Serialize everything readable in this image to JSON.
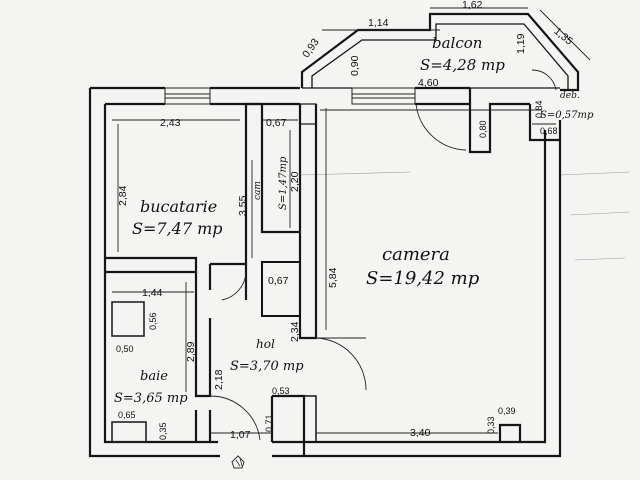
{
  "rooms": {
    "balcon": {
      "name": "balcon",
      "area": "S=4,28 mp"
    },
    "bucatarie": {
      "name": "bucatarie",
      "area": "S=7,47 mp"
    },
    "camera": {
      "name": "camera",
      "area": "S=19,42 mp"
    },
    "hol": {
      "name": "hol",
      "area": "S=3,70 mp"
    },
    "baie": {
      "name": "baie",
      "area": "S=3,65 mp"
    },
    "debara": {
      "name": "deb.",
      "area": "S=0,57mp"
    },
    "camara": {
      "name": "cam",
      "area": "S=1,47mp"
    }
  },
  "dimensions": {
    "balcon_top": "1,62",
    "balcon_left_top": "1,14",
    "balcon_right_diag": "1,35",
    "balcon_left_diag": "0,93",
    "balcon_depth_left": "0,90",
    "balcon_depth_right": "1,19",
    "balcon_width": "4,60",
    "kitchen_width": "2,43",
    "pantry_width": "0,67",
    "pantry_height": "2,20",
    "kitchen_depth": "2,84",
    "kitchen_wall": "3,55",
    "shaft_width": "0,67",
    "camera_depth": "5,84",
    "bath_width": "1,44",
    "bath_tub": "0,56",
    "bath_sink": "0,50",
    "bath_depth": "2,89",
    "hall_length": "2,34",
    "hall_depth": "2,18",
    "hall_niche": "0,53",
    "bath_wc": "0,65",
    "bath_wc_depth": "0,35",
    "entrance": "1,07",
    "door_side": "0,71",
    "camera_width": "3,40",
    "column_depth": "0,33",
    "column_width": "0,39",
    "debara_depth": "0,84",
    "debara_width": "0,68",
    "column_top": "0,80"
  }
}
